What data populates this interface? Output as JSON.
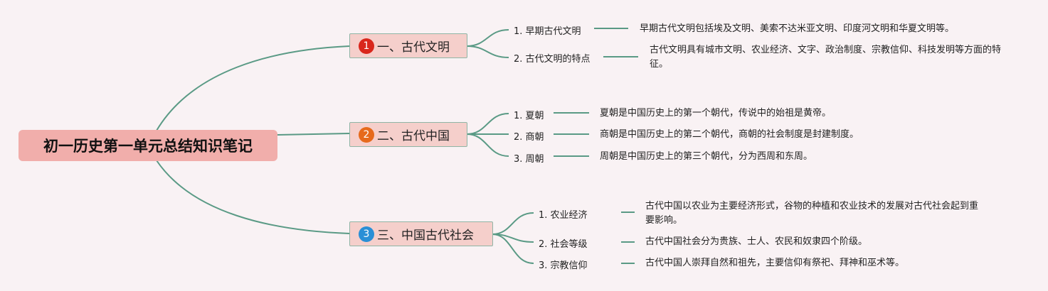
{
  "root": {
    "title": "初一历史第一单元总结知识笔记"
  },
  "branches": [
    {
      "number": "1",
      "color": "#d9271c",
      "title": "一、古代文明",
      "items": [
        {
          "label": "1. 早期古代文明",
          "desc": "早期古代文明包括埃及文明、美索不达米亚文明、印度河文明和华夏文明等。"
        },
        {
          "label": "2. 古代文明的特点",
          "desc": "古代文明具有城市文明、农业经济、文字、政治制度、宗教信仰、科技发明等方面的特征。"
        }
      ]
    },
    {
      "number": "2",
      "color": "#e66a1c",
      "title": "二、古代中国",
      "items": [
        {
          "label": "1. 夏朝",
          "desc": "夏朝是中国历史上的第一个朝代，传说中的始祖是黄帝。"
        },
        {
          "label": "2. 商朝",
          "desc": "商朝是中国历史上的第二个朝代，商朝的社会制度是封建制度。"
        },
        {
          "label": "3. 周朝",
          "desc": "周朝是中国历史上的第三个朝代，分为西周和东周。"
        }
      ]
    },
    {
      "number": "3",
      "color": "#2a8fd6",
      "title": "三、中国古代社会",
      "items": [
        {
          "label": "1. 农业经济",
          "desc": "古代中国以农业为主要经济形式，谷物的种植和农业技术的发展对古代社会起到重要影响。"
        },
        {
          "label": "2. 社会等级",
          "desc": "古代中国社会分为贵族、士人、农民和奴隶四个阶级。"
        },
        {
          "label": "3. 宗教信仰",
          "desc": "古代中国人崇拜自然和祖先，主要信仰有祭祀、拜神和巫术等。"
        }
      ]
    }
  ],
  "link_color": "#5a9a85"
}
